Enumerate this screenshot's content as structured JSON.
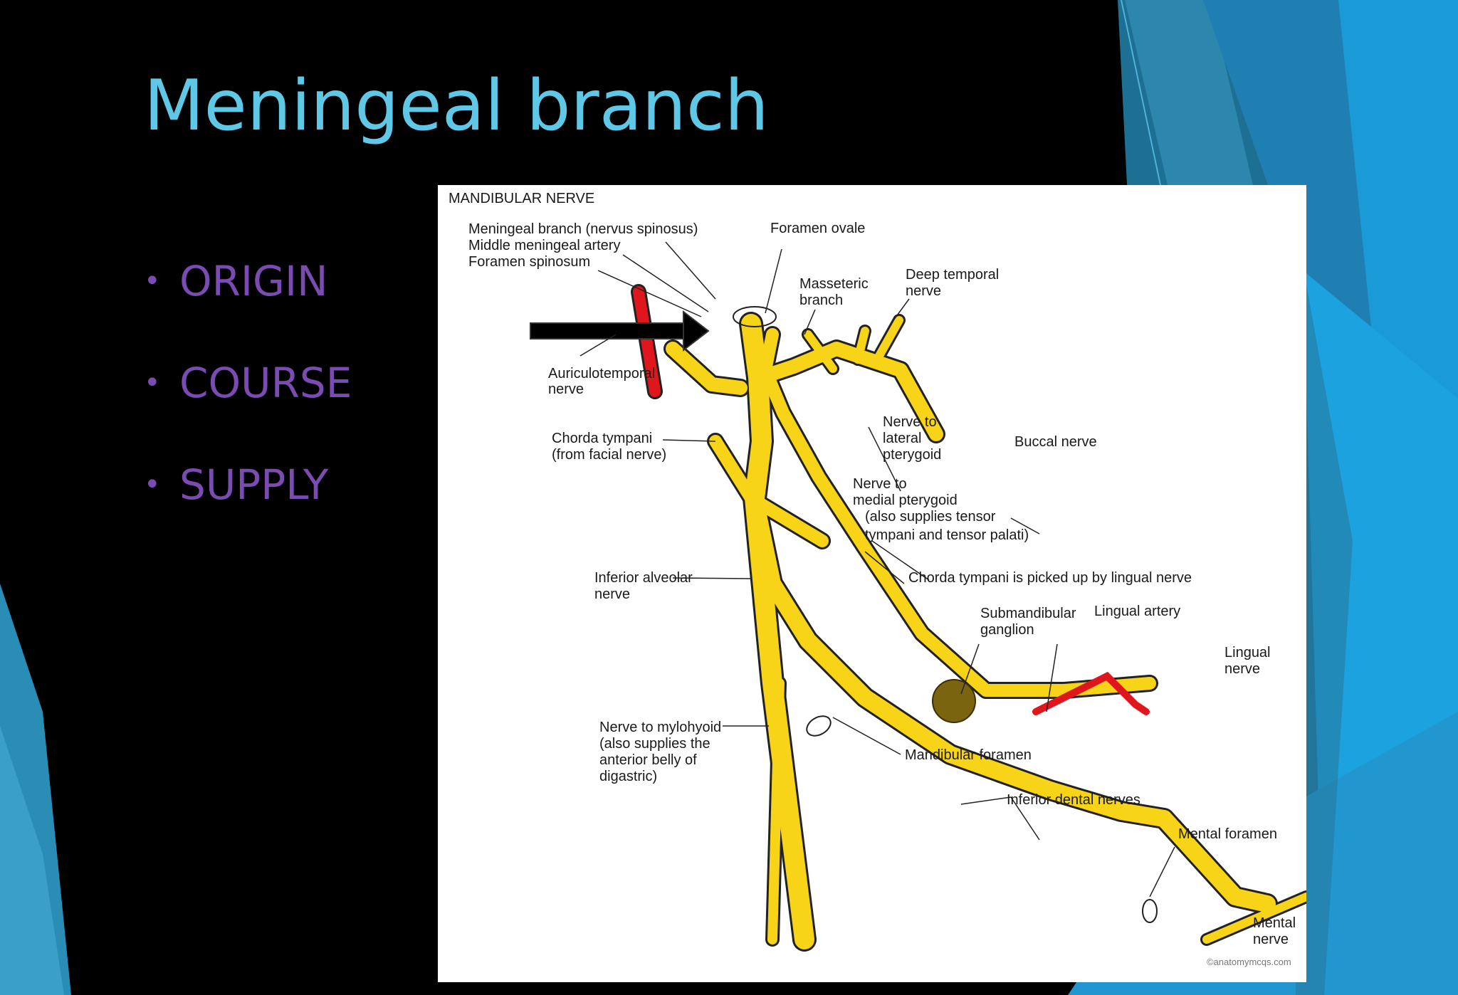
{
  "slide": {
    "title": "Meningeal branch",
    "bullets": [
      "ORIGIN",
      "COURSE",
      "SUPPLY"
    ],
    "colors": {
      "background": "#000000",
      "title": "#5ec8e6",
      "bullet": "#7a4bb0",
      "accent_teal": "#2f8fb8",
      "accent_blue": "#1f9fd6"
    }
  },
  "figure": {
    "heading": "MANDIBULAR NERVE",
    "labels": {
      "meningeal_branch": "Meningeal branch (nervus spinosus)",
      "middle_meningeal": "Middle meningeal artery",
      "foramen_spinosum": "Foramen spinosum",
      "foramen_ovale": "Foramen ovale",
      "masseteric_1": "Masseteric",
      "masseteric_2": "branch",
      "deep_temporal_1": "Deep temporal",
      "deep_temporal_2": "nerve",
      "auriculotemporal_1": "Auriculotemporal",
      "auriculotemporal_2": "nerve",
      "chorda_1": "Chorda tympani",
      "chorda_2": "(from facial nerve)",
      "lateral_pterygoid_1": "Nerve to",
      "lateral_pterygoid_2": "lateral",
      "lateral_pterygoid_3": "pterygoid",
      "buccal": "Buccal nerve",
      "medial_pterygoid_1": "Nerve to",
      "medial_pterygoid_2": "medial pterygoid",
      "medial_pterygoid_3": "(also supplies tensor",
      "medial_pterygoid_4": "tympani and tensor palati)",
      "chorda_picked": "Chorda tympani is picked up by lingual nerve",
      "inferior_alveolar_1": "Inferior alveolar",
      "inferior_alveolar_2": "nerve",
      "submandibular_1": "Submandibular",
      "submandibular_2": "ganglion",
      "lingual_artery": "Lingual artery",
      "lingual_nerve_1": "Lingual",
      "lingual_nerve_2": "nerve",
      "mylohyoid_1": "Nerve to mylohyoid",
      "mylohyoid_2": "(also supplies the",
      "mylohyoid_3": "anterior belly of",
      "mylohyoid_4": "digastric)",
      "mandibular_foramen": "Mandibular foramen",
      "inferior_dental": "Inferior dental nerves",
      "mental_foramen": "Mental foramen",
      "mental_nerve_1": "Mental",
      "mental_nerve_2": "nerve",
      "credit": "©anatomymcqs.com"
    },
    "icons": {
      "pointer": "black-arrow-icon"
    },
    "colors": {
      "nerve": "#f7d417",
      "artery": "#e0161d",
      "ganglion": "#7a6410",
      "outline": "#222222"
    }
  }
}
